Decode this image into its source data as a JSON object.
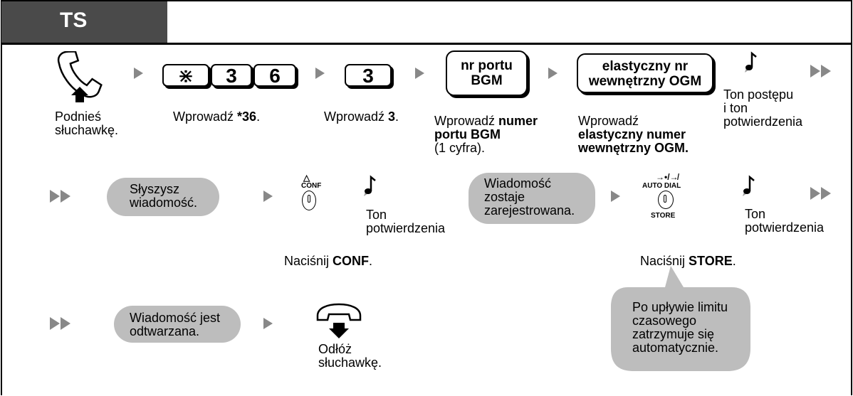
{
  "tab": {
    "label": "TS"
  },
  "row1": {
    "offhook_caption": [
      "Podnieś",
      "słuchawkę."
    ],
    "star_key": "⋇",
    "key3": "3",
    "key6": "6",
    "key3b": "3",
    "enter36_prefix": "Wprowadź ",
    "enter36_bold": "*36",
    "enter36_suffix": ".",
    "enter3_prefix": "Wprowadź ",
    "enter3_bold": "3",
    "enter3_suffix": ".",
    "bgm_key": [
      "nr portu",
      "BGM"
    ],
    "bgm_caption_prefix": "Wprowadź ",
    "bgm_caption_bold1": "numer",
    "bgm_caption_bold2": "portu BGM",
    "bgm_caption_normal": "(1 cyfra).",
    "ogm_key": [
      "elastyczny nr",
      "wewnętrzny OGM"
    ],
    "ogm_caption_line1": "Wprowadź",
    "ogm_caption_bold1": "elastyczny numer",
    "ogm_caption_bold2": "wewnętrzny OGM.",
    "tone_caption": [
      "Ton postępu",
      "i ton",
      "potwierdzenia"
    ]
  },
  "row2": {
    "hear_message": [
      "Słyszysz",
      "wiadomość."
    ],
    "conf_label": "CONF",
    "tone1_caption": [
      "Ton",
      "potwierdzenia"
    ],
    "recorded": [
      "Wiadomość",
      "zostaje",
      "zarejestrowana."
    ],
    "autodial_label": "AUTO DIAL",
    "store_label": "STORE",
    "tone2_caption": [
      "Ton",
      "potwierdzenia"
    ],
    "press_conf_prefix": "Naciśnij ",
    "press_conf_bold": "CONF",
    "press_conf_suffix": ".",
    "press_store_prefix": "Naciśnij ",
    "press_store_bold": "STORE",
    "press_store_suffix": "."
  },
  "row3": {
    "playing": [
      "Wiadomość jest",
      "odtwarzana."
    ],
    "onhook_caption": [
      "Odłóż",
      "słuchawkę."
    ],
    "bubble": [
      "Po upływie limitu",
      "czasowego",
      "zatrzymuje się",
      "automatycznie."
    ]
  },
  "colors": {
    "tab": "#4a4a4a",
    "arrow": "#888888",
    "pill": "#bdbdbd"
  }
}
